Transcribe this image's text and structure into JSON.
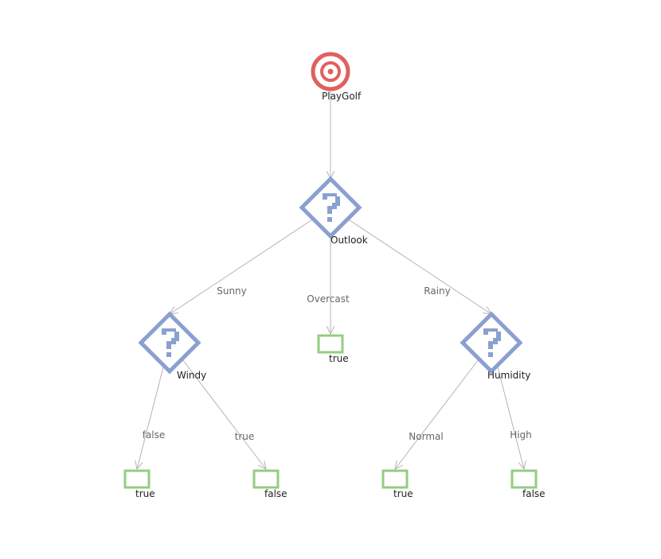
{
  "colors": {
    "root": "#e06060",
    "decision": "#8aa0d0",
    "leaf": "#96cc80",
    "edge": "#b4b4b4"
  },
  "nodes": [
    {
      "id": "root",
      "type": "target",
      "label": "PlayGolf",
      "icon": "target-icon"
    },
    {
      "id": "outlook",
      "type": "decision",
      "label": "Outlook",
      "icon": "question-mark-icon"
    },
    {
      "id": "windy",
      "type": "decision",
      "label": "Windy",
      "icon": "question-mark-icon"
    },
    {
      "id": "overcast_leaf",
      "type": "leaf",
      "label": "true"
    },
    {
      "id": "humidity",
      "type": "decision",
      "label": "Humidity",
      "icon": "question-mark-icon"
    },
    {
      "id": "windy_false_leaf",
      "type": "leaf",
      "label": "true"
    },
    {
      "id": "windy_true_leaf",
      "type": "leaf",
      "label": "false"
    },
    {
      "id": "humidity_normal_leaf",
      "type": "leaf",
      "label": "true"
    },
    {
      "id": "humidity_high_leaf",
      "type": "leaf",
      "label": "false"
    }
  ],
  "edges": [
    {
      "from": "root",
      "to": "outlook",
      "label": ""
    },
    {
      "from": "outlook",
      "to": "windy",
      "label": "Sunny"
    },
    {
      "from": "outlook",
      "to": "overcast_leaf",
      "label": "Overcast"
    },
    {
      "from": "outlook",
      "to": "humidity",
      "label": "Rainy"
    },
    {
      "from": "windy",
      "to": "windy_false_leaf",
      "label": "false"
    },
    {
      "from": "windy",
      "to": "windy_true_leaf",
      "label": "true"
    },
    {
      "from": "humidity",
      "to": "humidity_normal_leaf",
      "label": "Normal"
    },
    {
      "from": "humidity",
      "to": "humidity_high_leaf",
      "label": "High"
    }
  ]
}
